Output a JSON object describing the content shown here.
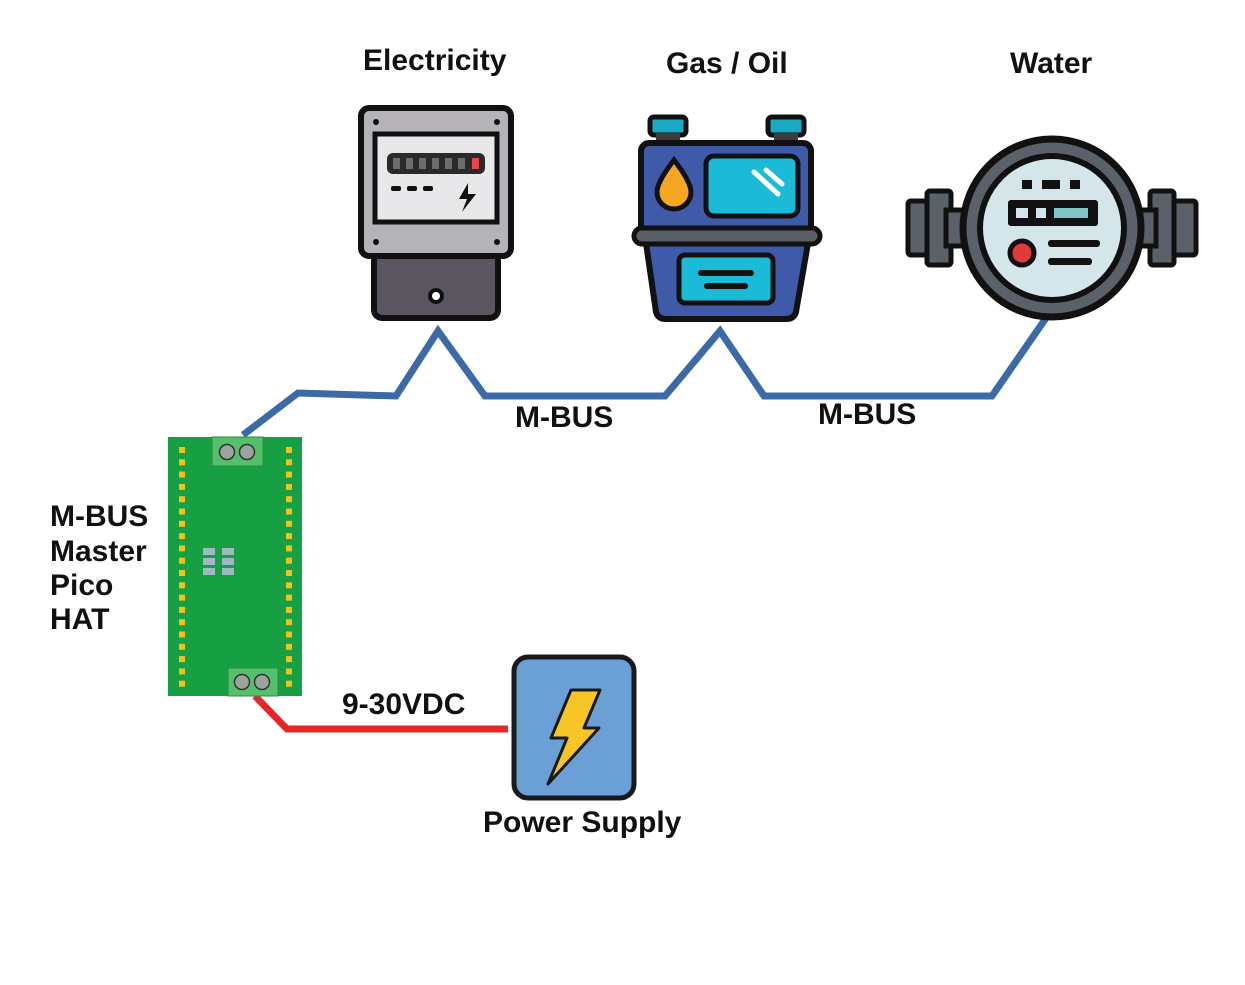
{
  "meters": {
    "electricity": {
      "label": "Electricity",
      "icon": "electricity-meter-icon"
    },
    "gas": {
      "label": "Gas / Oil",
      "icon": "gas-meter-icon"
    },
    "water": {
      "label": "Water",
      "icon": "water-meter-icon"
    }
  },
  "bus": {
    "label_1": "M-BUS",
    "label_2": "M-BUS",
    "color": "#3b6aa6"
  },
  "master": {
    "lines": [
      "M-BUS",
      "Master",
      "Pico",
      "HAT"
    ],
    "icon": "pico-board-icon",
    "color": "#17a043"
  },
  "power": {
    "voltage_label": "9-30VDC",
    "label": "Power Supply",
    "icon": "lightning-bolt-icon",
    "cable_color": "#e8262a"
  }
}
